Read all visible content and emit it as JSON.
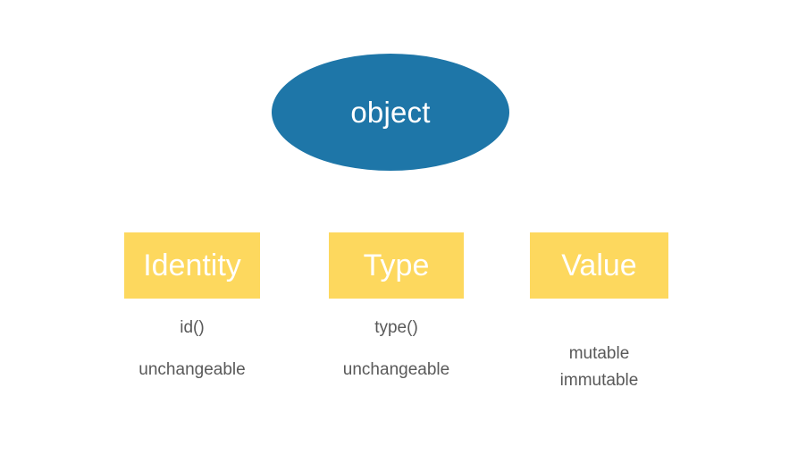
{
  "diagram": {
    "root": {
      "label": "object",
      "shape": "ellipse",
      "fill": "#1e76a8",
      "text_color": "#ffffff"
    },
    "attribute_fill": "#fdd85e",
    "attribute_text_color": "#ffffff",
    "note_text_color": "#595959",
    "background": "#ffffff",
    "attributes": [
      {
        "title": "Identity",
        "function": "id()",
        "traits": [
          "unchangeable"
        ]
      },
      {
        "title": "Type",
        "function": "type()",
        "traits": [
          "unchangeable"
        ]
      },
      {
        "title": "Value",
        "function": "",
        "traits": [
          "mutable",
          "immutable"
        ]
      }
    ]
  }
}
